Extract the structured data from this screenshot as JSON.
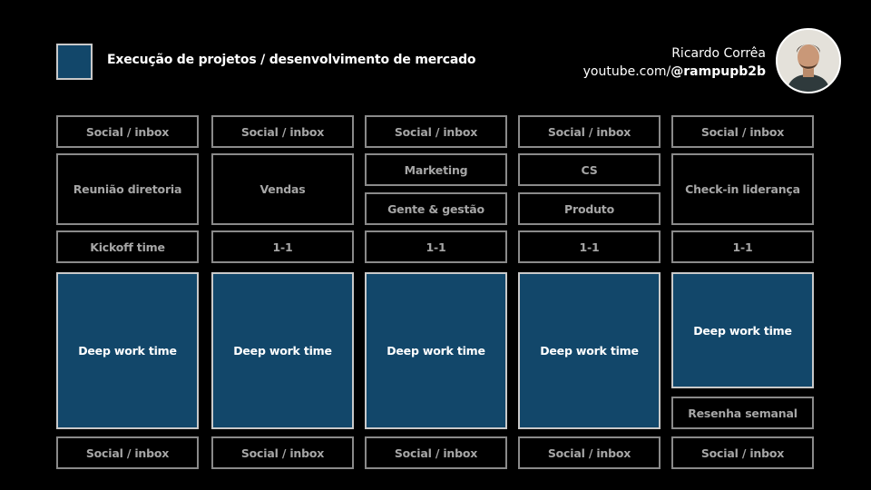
{
  "legend": {
    "label": "Execução de projetos / desenvolvimento de mercado",
    "swatch_color": "#12476a"
  },
  "author": {
    "name": "Ricardo Corrêa",
    "channel_prefix": "youtube.com/",
    "channel_handle": "@rampupb2b"
  },
  "colors": {
    "background": "#000000",
    "deep_work": "#12476a",
    "border": "#8a8a8a",
    "text_muted": "#a6a6a6"
  },
  "columns": [
    {
      "social_top": "Social / inbox",
      "meetings": [
        "Reunião diretoria"
      ],
      "one_on_one": "Kickoff time",
      "deep_work": "Deep work time",
      "social_bottom": "Social / inbox"
    },
    {
      "social_top": "Social / inbox",
      "meetings": [
        "Vendas"
      ],
      "one_on_one": "1-1",
      "deep_work": "Deep work time",
      "social_bottom": "Social / inbox"
    },
    {
      "social_top": "Social / inbox",
      "meetings": [
        "Marketing",
        "Gente & gestão"
      ],
      "one_on_one": "1-1",
      "deep_work": "Deep work time",
      "social_bottom": "Social / inbox"
    },
    {
      "social_top": "Social / inbox",
      "meetings": [
        "CS",
        "Produto"
      ],
      "one_on_one": "1-1",
      "deep_work": "Deep work time",
      "social_bottom": "Social / inbox"
    },
    {
      "social_top": "Social / inbox",
      "meetings": [
        "Check-in liderança"
      ],
      "one_on_one": "1-1",
      "deep_work": "Deep work time",
      "weekly_review": "Resenha semanal",
      "social_bottom": "Social / inbox"
    }
  ]
}
